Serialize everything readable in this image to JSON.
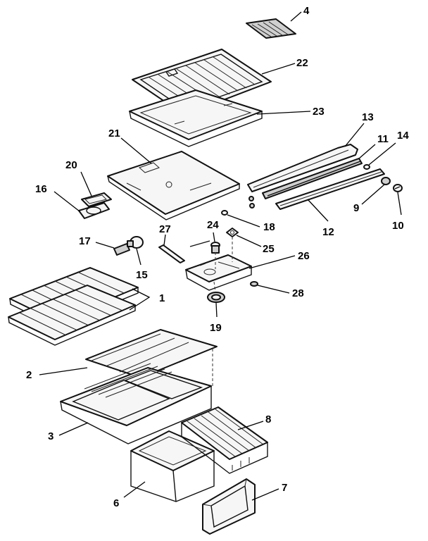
{
  "callouts": {
    "c1": "1",
    "c2": "2",
    "c3": "3",
    "c4": "4",
    "c6": "6",
    "c7": "7",
    "c8": "8",
    "c9": "9",
    "c10": "10",
    "c11": "11",
    "c12": "12",
    "c13": "13",
    "c14": "14",
    "c15": "15",
    "c16": "16",
    "c17": "17",
    "c18": "18",
    "c19": "19",
    "c20": "20",
    "c21": "21",
    "c22": "22",
    "c23": "23",
    "c24": "24",
    "c25": "25",
    "c26": "26",
    "c27": "27",
    "c28": "28"
  }
}
